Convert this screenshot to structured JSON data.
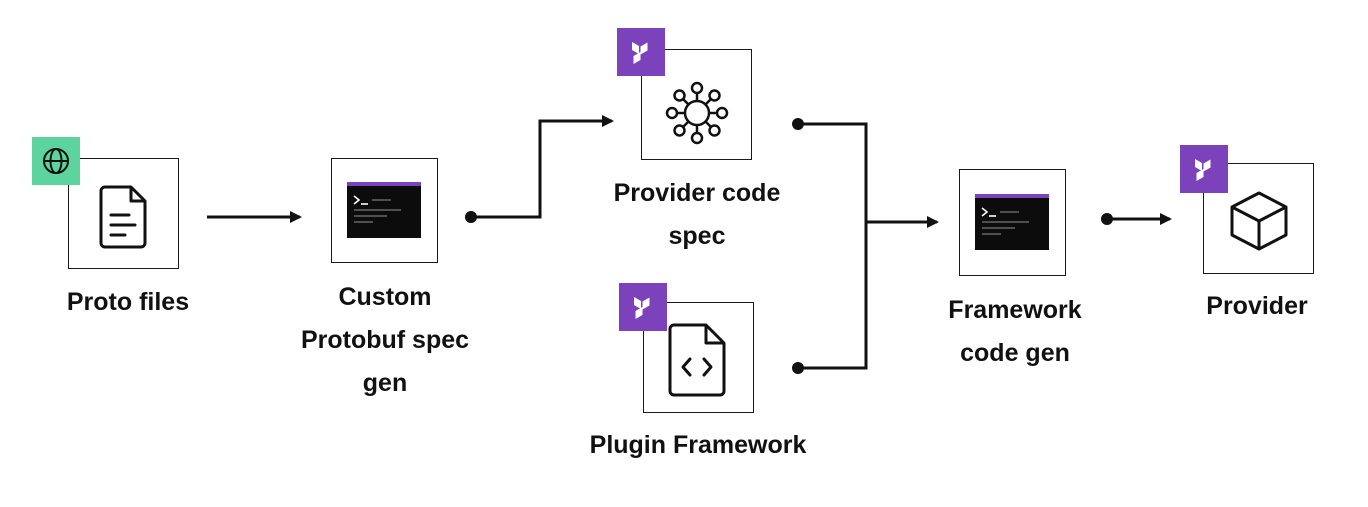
{
  "nodes": {
    "proto_files": {
      "label": "Proto files",
      "icon": "document-icon",
      "badge": "globe-icon",
      "badge_color": "#5dd39e"
    },
    "custom_spec_gen": {
      "label_lines": [
        "Custom",
        "Protobuf spec",
        "gen"
      ],
      "icon": "terminal-icon"
    },
    "provider_code_spec": {
      "label_lines": [
        "Provider code",
        "spec"
      ],
      "icon": "network-hub-icon",
      "badge": "terraform-icon",
      "badge_color": "#7b42bc"
    },
    "plugin_framework": {
      "label": "Plugin Framework",
      "icon": "code-file-icon",
      "badge": "terraform-icon",
      "badge_color": "#7b42bc"
    },
    "framework_code_gen": {
      "label_lines": [
        "Framework",
        "code gen"
      ],
      "icon": "terminal-icon"
    },
    "provider": {
      "label": "Provider",
      "icon": "cube-icon",
      "badge": "terraform-icon",
      "badge_color": "#7b42bc"
    }
  },
  "colors": {
    "accent": "#7b42bc",
    "proto_badge": "#5dd39e",
    "stroke": "#111111"
  }
}
